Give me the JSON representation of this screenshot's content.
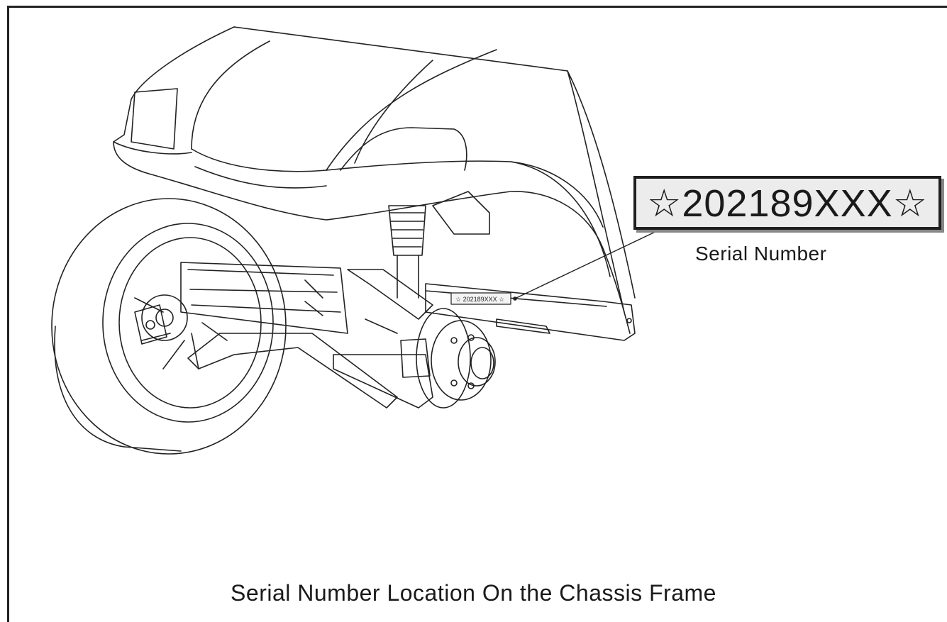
{
  "plate": {
    "serial_text": "☆202189XXX☆",
    "mini_text": "☆ 202189XXX ☆"
  },
  "labels": {
    "serial_number": "Serial Number"
  },
  "caption": "Serial Number Location On the Chassis Frame",
  "colors": {
    "line": "#222222",
    "plate_bg": "#ececec",
    "background": "#ffffff"
  }
}
